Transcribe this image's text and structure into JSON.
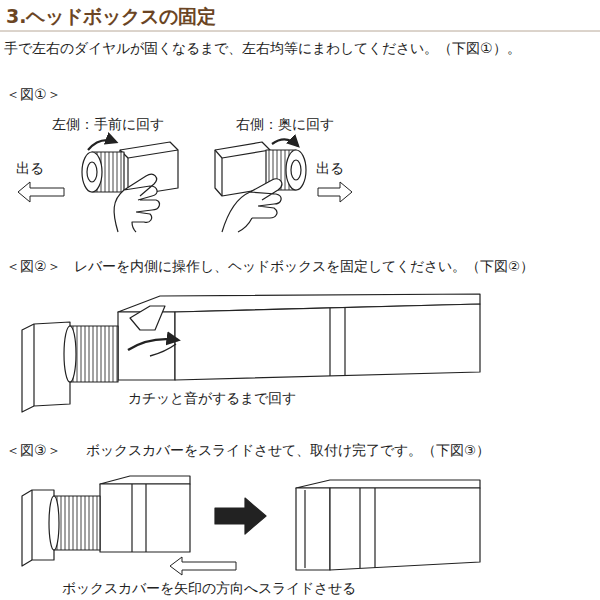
{
  "diagram": {
    "title": "3.ヘッドボックスの固定",
    "labels": [
      "手で左右のダイヤルが固くなるまで、左右均等にまわしてください。（下図①）。",
      "＜図①＞",
      "左側：手前に回す",
      "右側：奥に回す",
      "出る",
      "出る",
      "＜図②＞",
      "レバーを内側に操作し、ヘッドボックスを固定してください。（下図②）",
      "カチッと音がするまで回す",
      "＜図③＞",
      "ボックスカバーをスライドさせて、取付け完了です。（下図③）",
      "ボックスカバーを矢印の方向へスライドさせる"
    ]
  }
}
